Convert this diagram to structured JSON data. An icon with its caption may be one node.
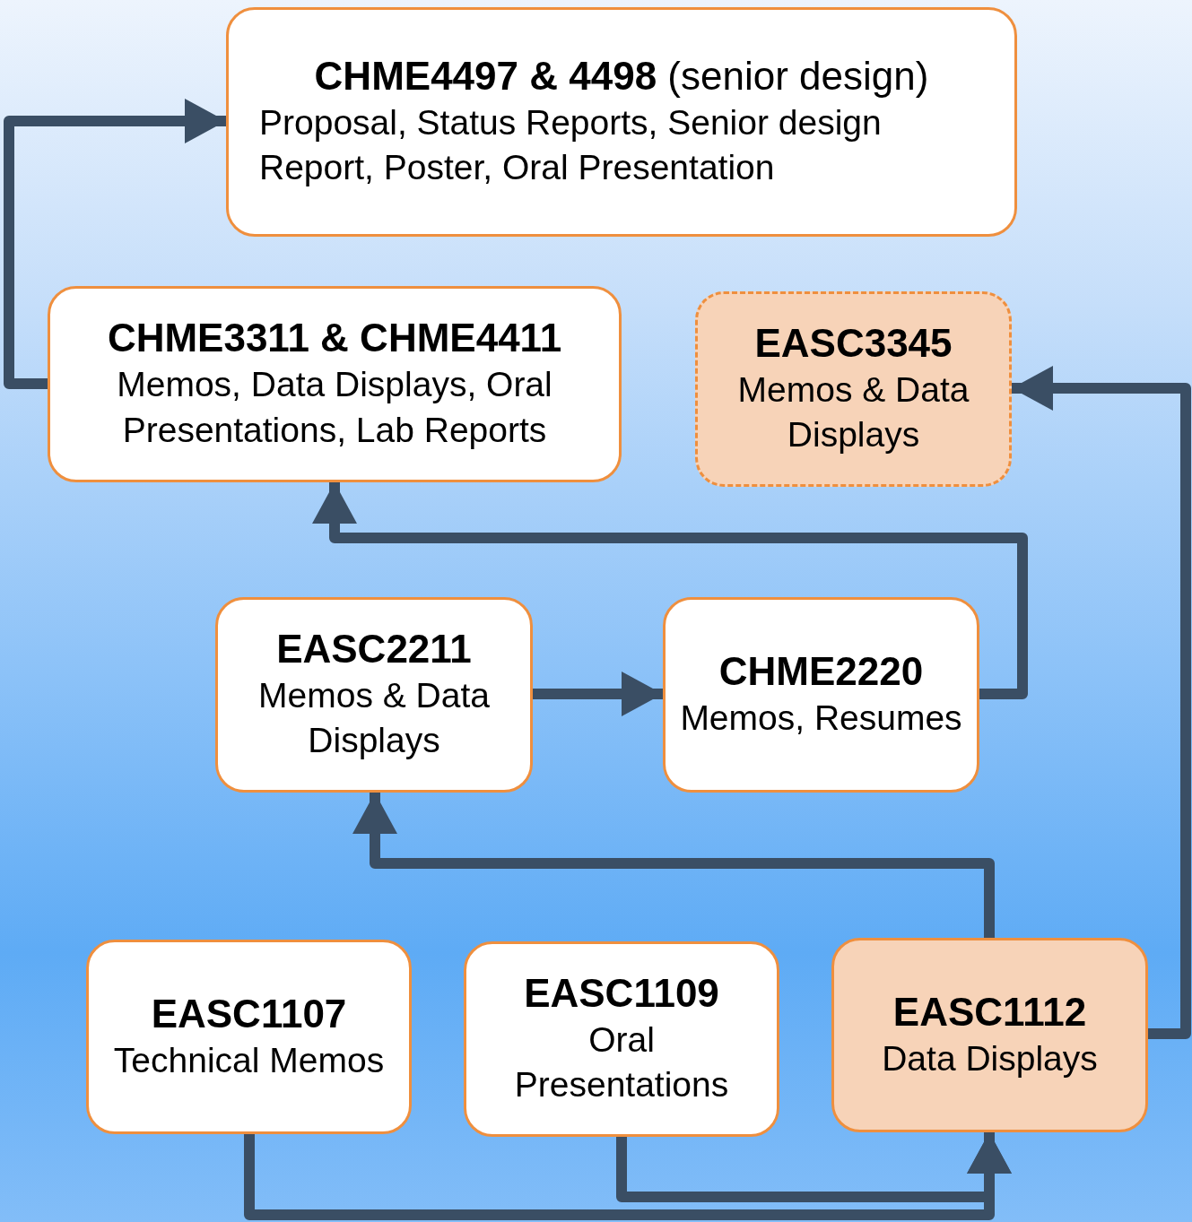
{
  "diagram": {
    "nodes": [
      {
        "text": [
          "**CHME4497 & 4498** (senior design)",
          "Proposal, Status Reports, Senior design Report, Poster, Oral Presentation"
        ]
      },
      {
        "text": [
          "CHME3311 & CHME4411",
          "Memos, Data Displays, Oral Presentations, Lab Reports"
        ]
      },
      {
        "text": [
          "EASC3345",
          "Memos & Data Displays"
        ]
      },
      {
        "text": [
          "EASC2211",
          "Memos & Data Displays"
        ]
      },
      {
        "text": [
          "CHME2220",
          "Memos, Resumes"
        ]
      },
      {
        "text": [
          "EASC1107",
          "Technical Memos"
        ]
      },
      {
        "text": [
          "EASC1109",
          "Oral Presentations"
        ]
      },
      {
        "text": [
          "EASC1112",
          "Data Displays"
        ]
      }
    ],
    "edges": [
      {
        "from": 1,
        "to": 0,
        "arrow": "to"
      },
      {
        "from": 7,
        "to": 2,
        "arrow": "to"
      },
      {
        "from": 7,
        "to": 3,
        "arrow": "to"
      },
      {
        "from": 3,
        "to": 4,
        "arrow": "to"
      },
      {
        "from": 4,
        "to": 1,
        "arrow": "to"
      },
      {
        "from": 5,
        "to": 7,
        "arrow": "to"
      },
      {
        "from": 6,
        "to": 7,
        "arrow": "to"
      }
    ]
  }
}
